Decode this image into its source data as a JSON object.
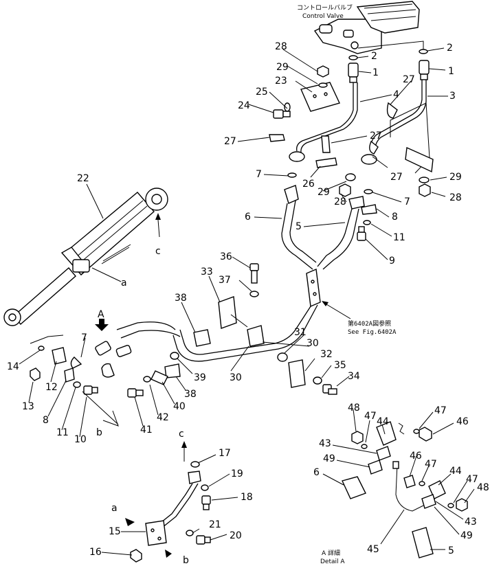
{
  "control_valve": {
    "jp": "コントロールバルブ",
    "en": "Control Valve"
  },
  "fig_ref": {
    "jp": "第6402A図参照",
    "en": "See Fig.6402A"
  },
  "detail": {
    "jp": "A 詳細",
    "en": "Detail A"
  },
  "view_arrow": "A",
  "callouts": {
    "c28a": "28",
    "c29a": "29",
    "c23": "23",
    "c25": "25",
    "c24": "24",
    "c2a": "2",
    "c1a": "1",
    "c4": "4",
    "c2b": "2",
    "c1b": "1",
    "c27a": "27",
    "c3": "3",
    "c27b": "27",
    "c27c": "27",
    "c27d": "27",
    "c7a": "7",
    "c26": "26",
    "c29b": "29",
    "c28b": "28",
    "c29c": "29",
    "c28c": "28",
    "c7b": "7",
    "c6a": "6",
    "c5a": "5",
    "c8a": "8",
    "c11a": "11",
    "c9": "9",
    "c22": "22",
    "c_c1": "c",
    "c_a1": "a",
    "c36": "36",
    "c33": "33",
    "c37": "37",
    "c38a": "38",
    "c31": "31",
    "c30a": "30",
    "c32": "32",
    "c35": "35",
    "c34": "34",
    "c30b": "30",
    "c39": "39",
    "c38b": "38",
    "c40": "40",
    "c42": "42",
    "c41": "41",
    "c14": "14",
    "c7c": "7",
    "c12": "12",
    "c13": "13",
    "c8b": "8",
    "c11b": "11",
    "c10": "10",
    "c_b1": "b",
    "c_c2": "c",
    "c17": "17",
    "c19": "19",
    "c18": "18",
    "c_a2": "a",
    "c15": "15",
    "c21": "21",
    "c20": "20",
    "c16": "16",
    "c_b2": "b",
    "c48a": "48",
    "c47a": "47",
    "c44a": "44",
    "c47b": "47",
    "c46a": "46",
    "c43a": "43",
    "c49a": "49",
    "c6b": "6",
    "c46b": "46",
    "c47c": "47",
    "c44b": "44",
    "c47d": "47",
    "c48b": "48",
    "c43b": "43",
    "c49b": "49",
    "c45": "45",
    "c5b": "5"
  }
}
